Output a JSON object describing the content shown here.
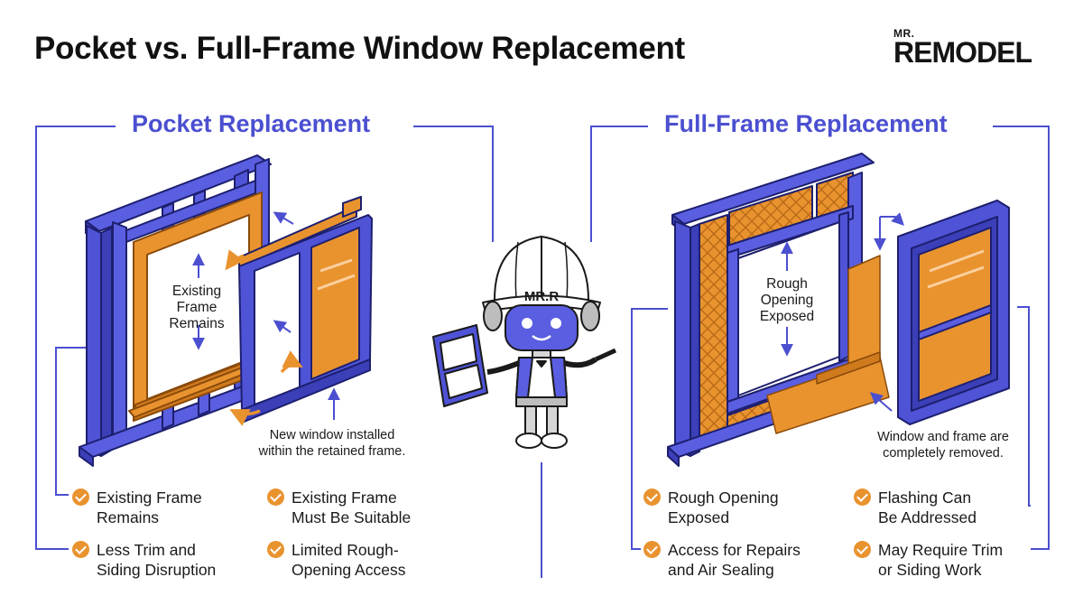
{
  "title": "Pocket vs. Full-Frame Window Replacement",
  "brand": {
    "small": "MR.",
    "big": "REMODEL"
  },
  "colors": {
    "blue": "#4b4fd0",
    "orange": "#e9932f",
    "text": "#141414"
  },
  "mascot": {
    "helmet_text": "MR.R"
  },
  "left": {
    "title": "Pocket Replacement",
    "label_lines": [
      "Existing",
      "Frame",
      "Remains"
    ],
    "caption_lines": [
      "New window installed",
      "within the retained frame."
    ],
    "features": [
      {
        "text": "Existing Frame\nRemains"
      },
      {
        "text": "Existing Frame\nMust Be Suitable"
      },
      {
        "text": "Less Trim and\nSiding Disruption"
      },
      {
        "text": "Limited Rough-\nOpening Access"
      }
    ]
  },
  "right": {
    "title": "Full-Frame Replacement",
    "label_lines": [
      "Rough",
      "Opening",
      "Exposed"
    ],
    "caption_lines": [
      "Window and frame are",
      "completely removed."
    ],
    "features": [
      {
        "text": "Rough Opening\nExposed"
      },
      {
        "text": "Flashing Can\nBe Addressed"
      },
      {
        "text": "Access for Repairs\nand Air Sealing"
      },
      {
        "text": "May Require Trim\nor Siding Work"
      }
    ]
  }
}
